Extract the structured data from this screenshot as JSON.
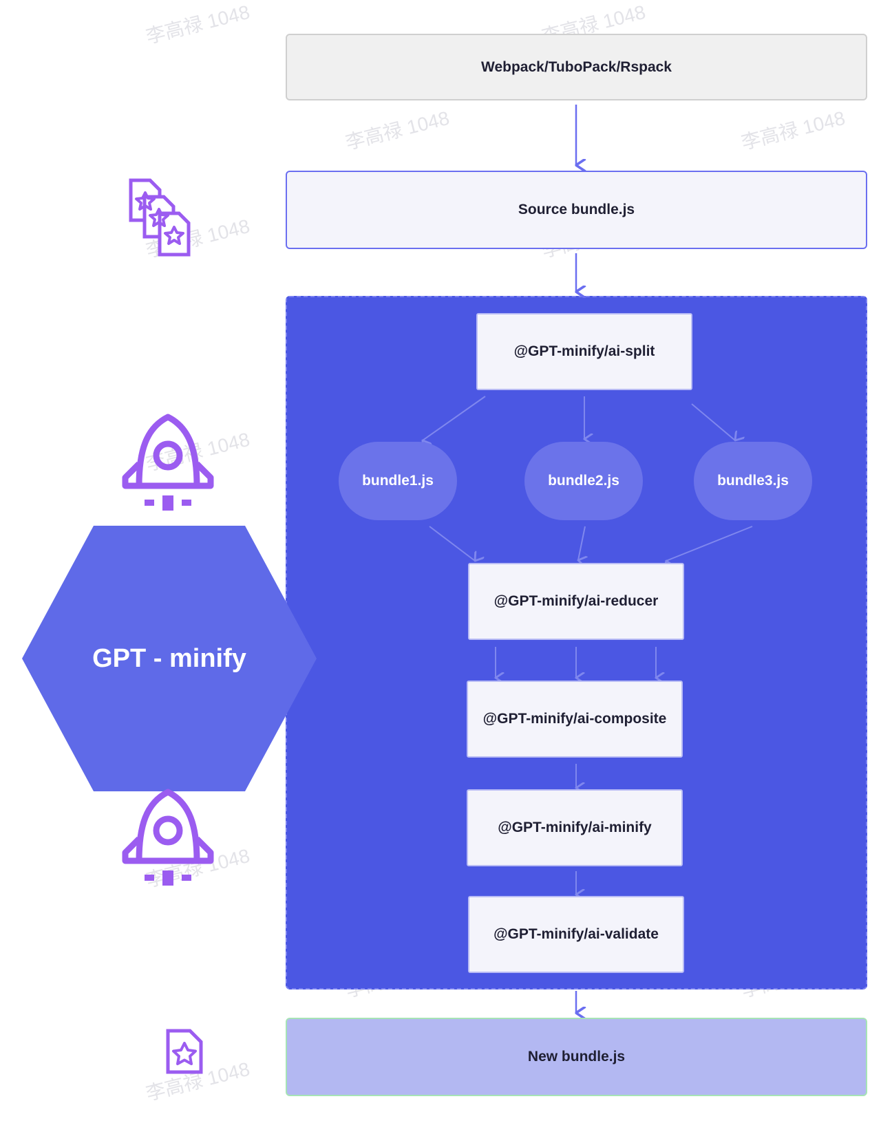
{
  "nodes": {
    "build_tools": "Webpack/TuboPack/Rspack",
    "source_bundle": "Source bundle.js",
    "split": "@GPT-minify/ai-split",
    "bundles": [
      "bundle1.js",
      "bundle2.js",
      "bundle3.js"
    ],
    "reducer": "@GPT-minify/ai-reducer",
    "composite": "@GPT-minify/ai-composite",
    "minify": "@GPT-minify/ai-minify",
    "validate": "@GPT-minify/ai-validate",
    "new_bundle": "New bundle.js"
  },
  "hexagon": {
    "label": "GPT - minify"
  },
  "watermark": "李高禄 1048",
  "icons": {
    "files": "documents-star-icon",
    "rocket_top": "rocket-icon",
    "rocket_bottom": "rocket-icon",
    "file": "document-star-icon"
  },
  "colors": {
    "pipeline_bg": "#4b57e3",
    "arrow": "#5a5ee0",
    "icon": "#9b5cf0",
    "hexagon": "#5f6ae8",
    "new_bundle_bg": "#b3b8f2"
  }
}
